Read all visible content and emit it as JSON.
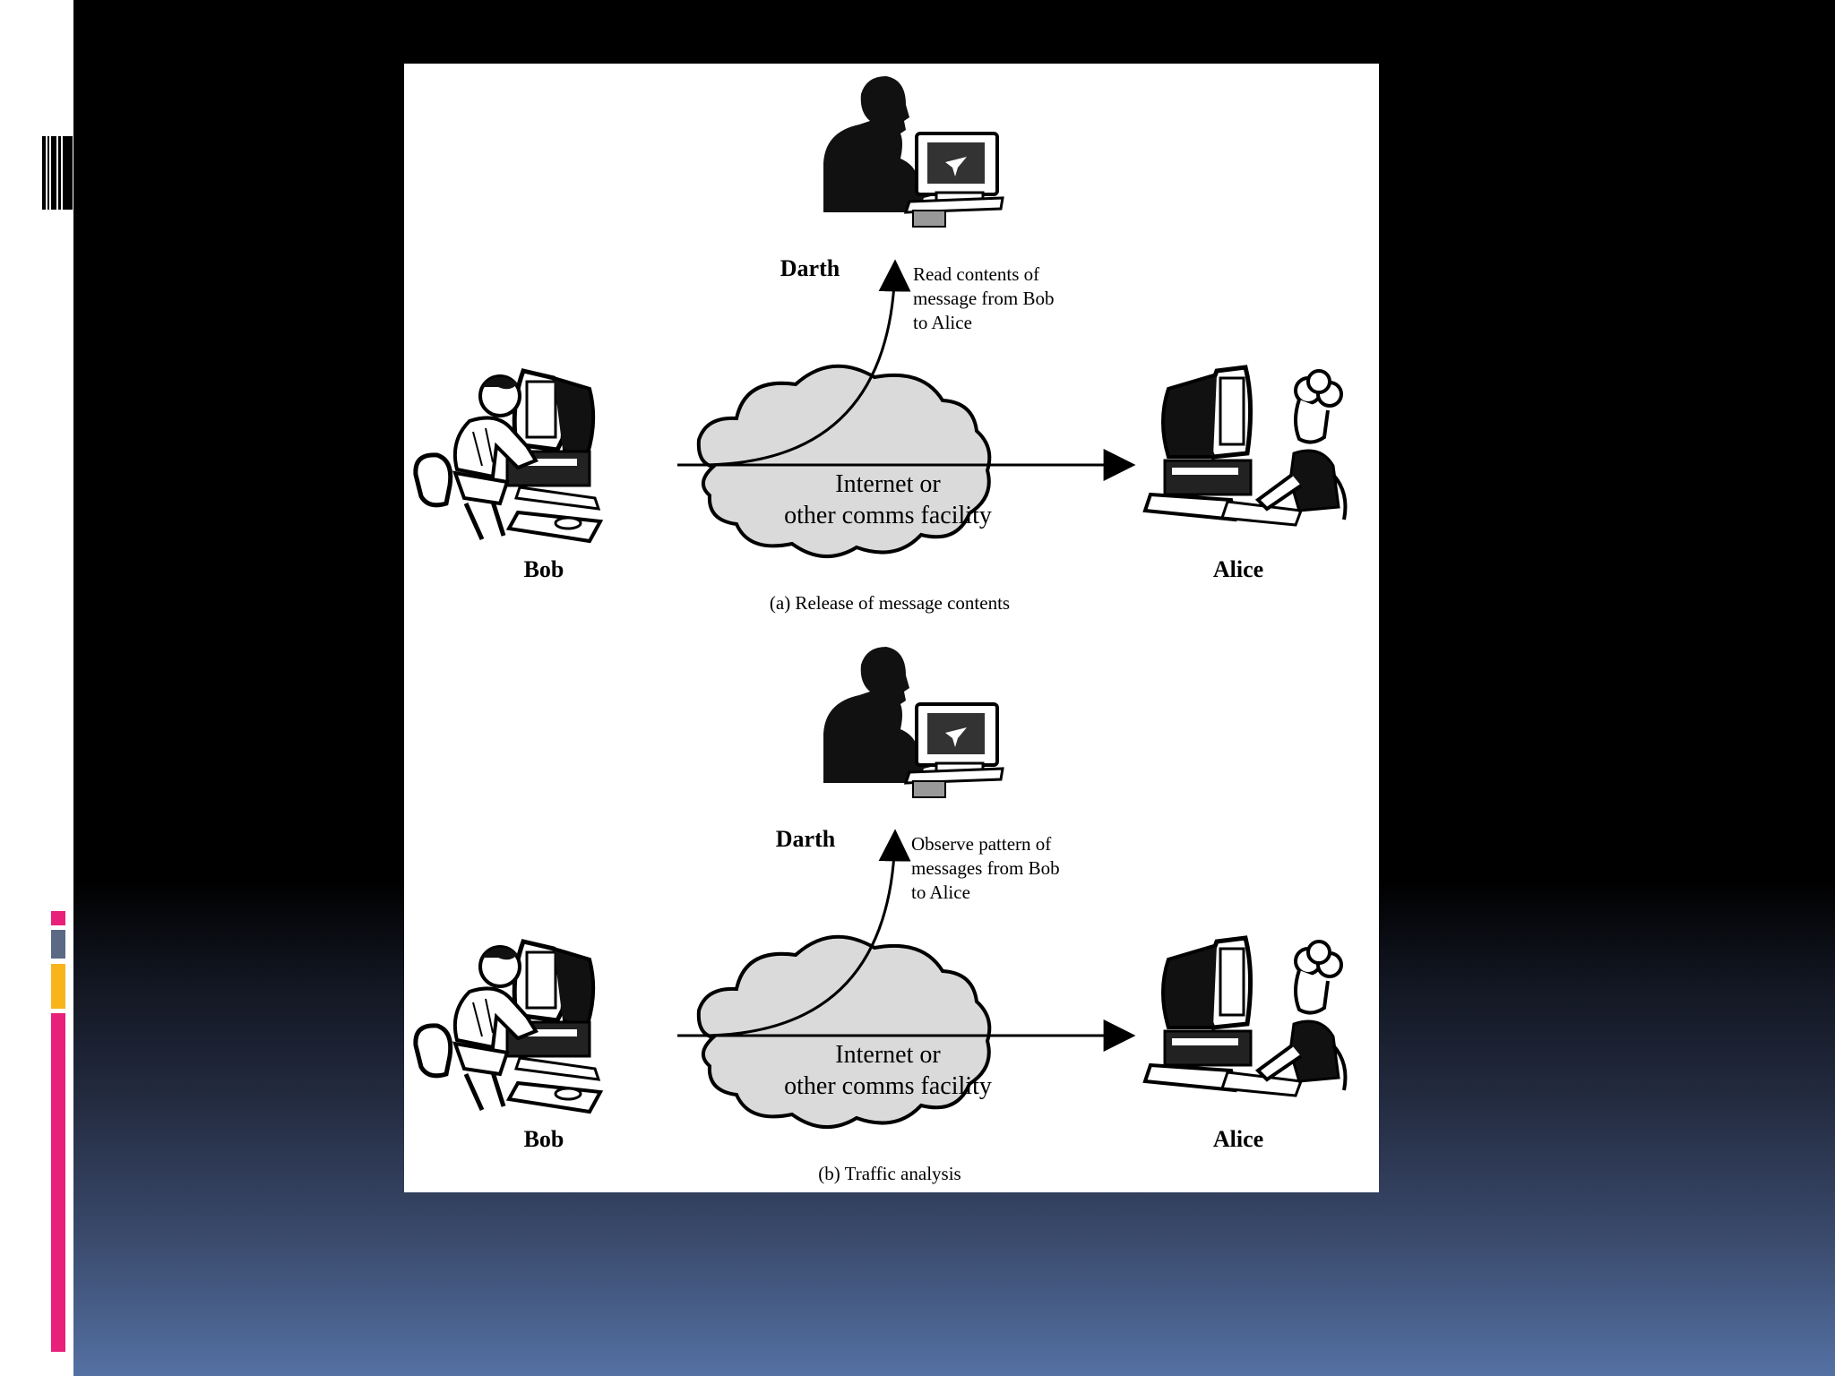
{
  "panel_a": {
    "attacker": "Darth",
    "attacker_note": [
      "Read contents of",
      "message from Bob",
      "to Alice"
    ],
    "sender": "Bob",
    "receiver": "Alice",
    "network": [
      "Internet or",
      "other comms facility"
    ],
    "caption": "(a) Release of message contents"
  },
  "panel_b": {
    "attacker": "Darth",
    "attacker_note": [
      "Observe pattern of",
      "messages from Bob",
      "to Alice"
    ],
    "sender": "Bob",
    "receiver": "Alice",
    "network": [
      "Internet or",
      "other comms facility"
    ],
    "caption": "(b) Traffic analysis"
  },
  "theme": {
    "accent_pink": "#e8207a",
    "accent_slate": "#5a6a85",
    "accent_gold": "#f7b51b",
    "background_bottom": "#5471a3"
  }
}
